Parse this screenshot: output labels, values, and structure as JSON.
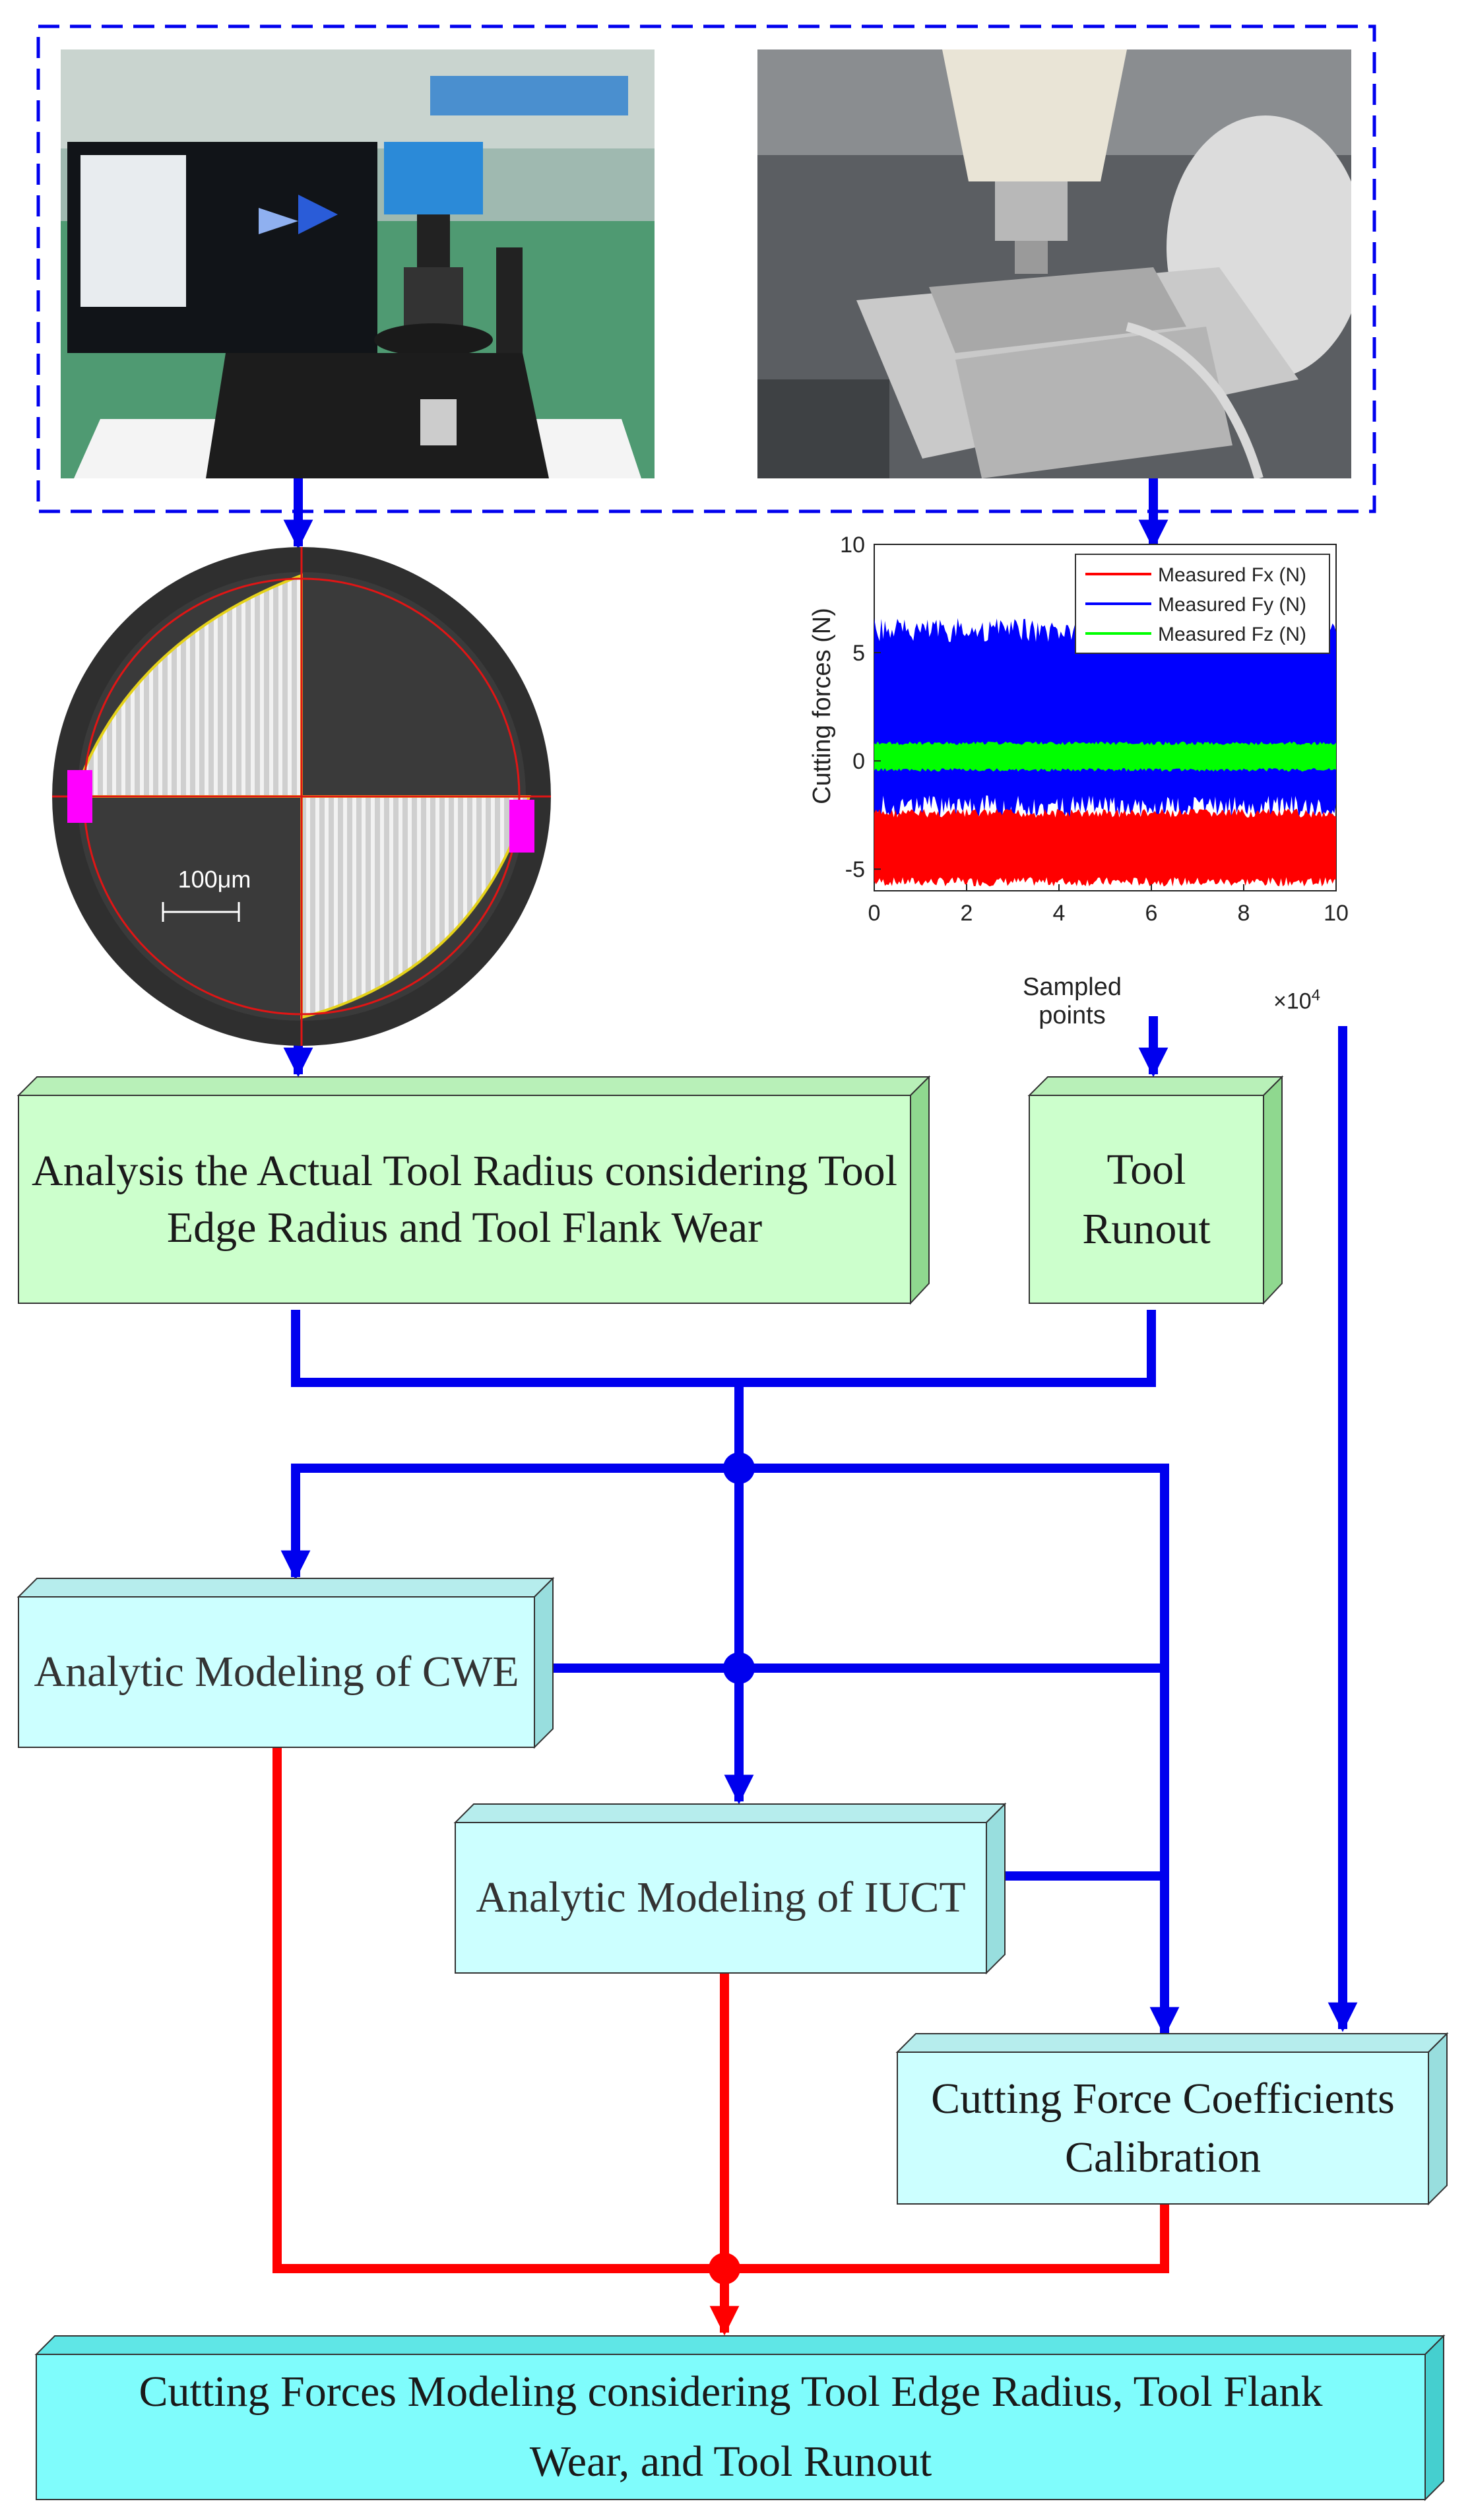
{
  "colors": {
    "flow_blue": "#0000ee",
    "flow_red": "#ff0000",
    "box_green": "#ccffcc",
    "box_cyan": "#ccffff",
    "box_bottom": "#7ffcfc",
    "series_fx": "#ff0000",
    "series_fy": "#0000ff",
    "series_fz": "#00ff00"
  },
  "photos": {
    "microscope_label": "microscope-setup-photo",
    "machine_label": "machine-tool-photo"
  },
  "micrograph": {
    "scale_label": "100μm"
  },
  "chart_data": {
    "type": "line",
    "ylabel": "Cutting forces (N)",
    "xlabel": "Sampled points",
    "x_multiplier": "×10^4",
    "xlim": [
      0,
      10
    ],
    "ylim": [
      -6,
      10
    ],
    "xticks": [
      "0",
      "2",
      "4",
      "6",
      "8",
      "10"
    ],
    "yticks": [
      "10",
      "5",
      "0",
      "-5"
    ],
    "legend_position": "top-right",
    "series": [
      {
        "name": "Measured Fx (N)",
        "band": [
          -5.8,
          -2.2
        ]
      },
      {
        "name": "Measured Fy (N)",
        "band": [
          -2.7,
          6.6
        ]
      },
      {
        "name": "Measured Fz (N)",
        "band": [
          -0.5,
          0.9
        ]
      }
    ]
  },
  "boxes": {
    "actual_radius": "Analysis the Actual Tool Radius considering Tool Edge Radius and Tool Flank Wear",
    "tool_runout": "Tool Runout",
    "cwe": "Analytic Modeling of CWE",
    "iuct": "Analytic Modeling of IUCT",
    "calibration": "Cutting Force Coefficients Calibration",
    "final": "Cutting Forces Modeling considering Tool Edge Radius, Tool Flank Wear, and Tool Runout"
  }
}
